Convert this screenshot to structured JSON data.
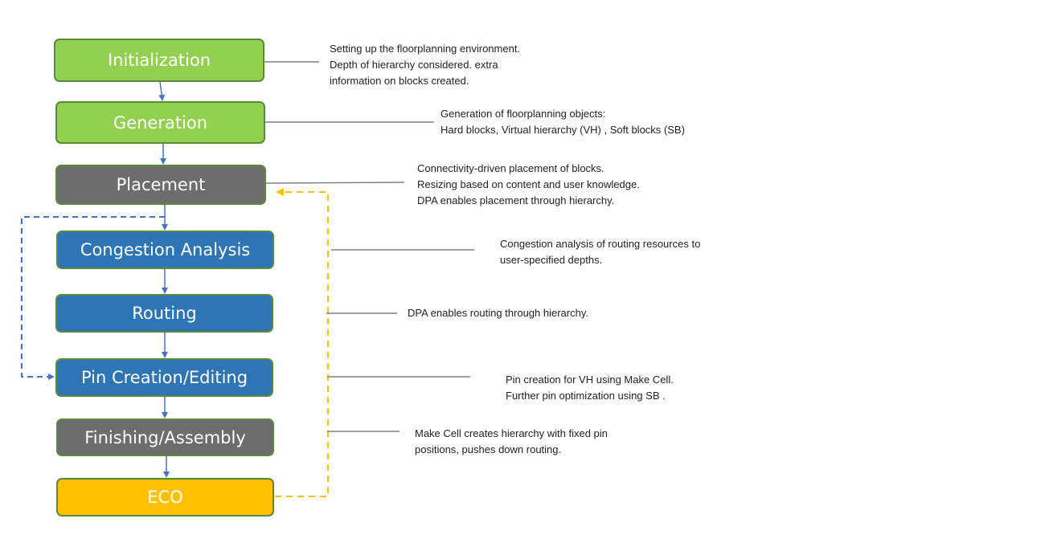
{
  "diagram": {
    "type": "flowchart",
    "description": "Floorplanning flow",
    "colors": {
      "init_gen": "#92d050",
      "placement_finishing": "#6d6d6d",
      "congestion_routing_pin": "#2e75b6",
      "eco": "#ffc000",
      "flow_arrow": "#4472c4",
      "feedback_arrow_eco": "#ffc000",
      "leader_line": "#808080"
    },
    "steps": [
      {
        "id": "initialization",
        "label": "Initialization"
      },
      {
        "id": "generation",
        "label": "Generation"
      },
      {
        "id": "placement",
        "label": "Placement"
      },
      {
        "id": "congestion-analysis",
        "label": "Congestion Analysis"
      },
      {
        "id": "routing",
        "label": "Routing"
      },
      {
        "id": "pin-creation-editing",
        "label": "Pin Creation/Editing"
      },
      {
        "id": "finishing-assembly",
        "label": "Finishing/Assembly"
      },
      {
        "id": "eco",
        "label": "ECO"
      }
    ],
    "notes": [
      {
        "step": "initialization",
        "lines": [
          "Setting up the floorplanning environment.",
          "Depth of hierarchy considered. extra",
          "information on blocks created."
        ]
      },
      {
        "step": "generation",
        "lines": [
          "Generation of floorplanning objects:",
          "Hard blocks, Virtual hierarchy (VH) , Soft blocks (SB)"
        ]
      },
      {
        "step": "placement",
        "lines": [
          "Connectivity-driven placement of blocks.",
          "Resizing based on content and user knowledge.",
          "DPA enables placement through hierarchy."
        ]
      },
      {
        "step": "congestion-analysis",
        "lines": [
          "Congestion analysis of routing resources to",
          "user-specified depths."
        ]
      },
      {
        "step": "routing",
        "lines": [
          "DPA enables routing through hierarchy."
        ]
      },
      {
        "step": "pin-creation-editing",
        "lines": [
          "Pin creation for VH using Make Cell.",
          "Further pin optimization using SB ."
        ]
      },
      {
        "step": "finishing-assembly",
        "lines": [
          "Make Cell creates hierarchy with fixed pin",
          "positions, pushes down routing."
        ]
      }
    ],
    "connections": [
      {
        "from": "initialization",
        "to": "generation",
        "style": "solid"
      },
      {
        "from": "generation",
        "to": "placement",
        "style": "solid"
      },
      {
        "from": "placement",
        "to": "congestion-analysis",
        "style": "solid"
      },
      {
        "from": "congestion-analysis",
        "to": "routing",
        "style": "solid"
      },
      {
        "from": "routing",
        "to": "pin-creation-editing",
        "style": "solid"
      },
      {
        "from": "pin-creation-editing",
        "to": "finishing-assembly",
        "style": "solid"
      },
      {
        "from": "finishing-assembly",
        "to": "eco",
        "style": "solid"
      },
      {
        "from": "placement",
        "to": "pin-creation-editing",
        "style": "dashed-blue"
      },
      {
        "from": "eco",
        "to": "placement",
        "style": "dashed-yellow"
      }
    ]
  }
}
